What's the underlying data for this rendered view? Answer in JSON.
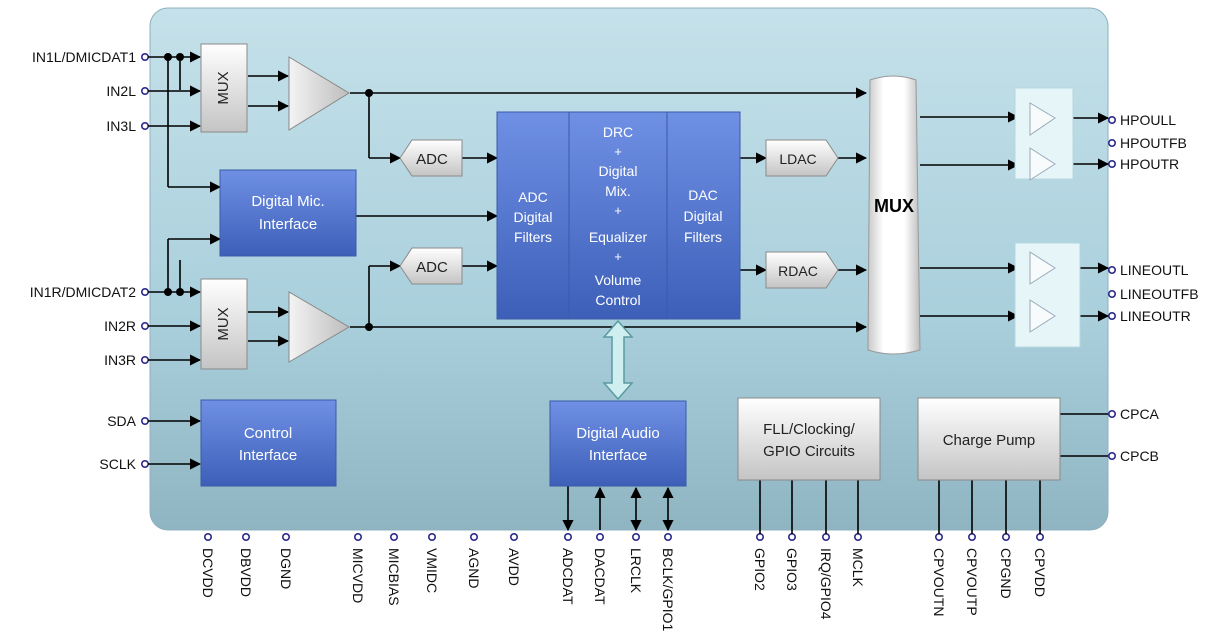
{
  "pins_left": [
    "IN1L/DMICDAT1",
    "IN2L",
    "IN3L",
    "IN1R/DMICDAT2",
    "IN2R",
    "IN3R",
    "SDA",
    "SCLK"
  ],
  "pins_right": [
    "HPOULL",
    "HPOUTFB",
    "HPOUTR",
    "LINEOUTL",
    "LINEOUTFB",
    "LINEOUTR",
    "CPCA",
    "CPCB"
  ],
  "pins_bottom": [
    "DCVDD",
    "DBVDD",
    "DGND",
    "MICVDD",
    "MICBIAS",
    "VMIDC",
    "AGND",
    "AVDD",
    "ADCDAT",
    "DACDAT",
    "LRCLK",
    "BCLK/GPIO1",
    "GPIO2",
    "GPIO3",
    "IRQ/GPIO4",
    "MCLK",
    "CPVOUTN",
    "CPVOUTP",
    "CPGND",
    "CPVDD"
  ],
  "blocks": {
    "mux_small": "MUX",
    "adc": "ADC",
    "digital_mic": [
      "Digital Mic.",
      "Interface"
    ],
    "adc_filters": [
      "ADC",
      "Digital",
      "Filters"
    ],
    "drc": [
      "DRC",
      "+",
      "Digital",
      "Mix.",
      "+",
      "Equalizer",
      "+",
      "Volume",
      "Control"
    ],
    "dac_filters": [
      "DAC",
      "Digital",
      "Filters"
    ],
    "ldac": "LDAC",
    "rdac": "RDAC",
    "mux_big": "MUX",
    "control": [
      "Control",
      "Interface"
    ],
    "digital_audio": [
      "Digital Audio",
      "Interface"
    ],
    "fll": [
      "FLL/Clocking/",
      "GPIO Circuits"
    ],
    "charge_pump": "Charge Pump"
  },
  "colors": {
    "blue_block": "#5577d0",
    "body_bg": "#a8d0dc",
    "gray_block": "#e6e6e6",
    "pin": "#2a2a8a",
    "line": "#000000"
  }
}
